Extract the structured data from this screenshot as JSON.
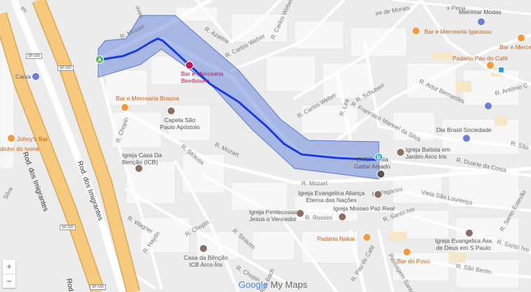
{
  "map": {
    "highways": {
      "rod_imigrantes_1": "Rod. dos Imigrantes",
      "rod_imigrantes_2": "Rod. dos Imigrantes",
      "rod_short": "Rod",
      "sp160_a": "SP-160",
      "sp160_b": "SP-160",
      "sp160_c": "SP-160",
      "sp160_d": "SP-160"
    },
    "streets": {
      "mozart_top": "R. Mozart",
      "mozart_mid": "R. Mozart",
      "mozart_low": "R. Mozart",
      "azaleia": "R. Azaléia",
      "carlos_weber_1": "R. Carlos Weber",
      "carlos_weber_2": "R. Carlos Weber",
      "carlos_weber_3": "R. Carlos Weber",
      "lira": "R. Lira",
      "schubert": "R. Schubert",
      "francisco_manoel": "R. Francisco Manoel da Silva",
      "artur_bernardes": "R. Artur Bernardes",
      "antonio": "R. Antônio C",
      "duarte_costa": "R. Duarte da Costa",
      "sao": "R. São",
      "paganini": "R. Paganini",
      "viela": "Viela São Lourenço",
      "santo_ivo": "R. Santo Ivo",
      "santo_ivo_2": "R. Santo Ivo",
      "santo_estevao": "R. Santo Estevão",
      "rossini": "R. Rossini",
      "chopin": "R. Chopin",
      "chopin_2": "R. Chopin",
      "strauss": "R. Strauss",
      "strauss_2": "R. Strauss",
      "wagner": "R. Wagner",
      "haydn": "R. Haydn",
      "bach": "Rua Bach",
      "pau_do_cafe": "R. Pau do Café",
      "passagem": "Passagem Santa",
      "sao_bento": "R. São Bento",
      "chopin_3": "R. Chopin",
      "silva": "Silva",
      "morais": "ire de Morais",
      "pena": "s Pena",
      "oven": "oven",
      "es": "es"
    },
    "pois": {
      "meirimar": "Meirimar Modas",
      "igarassu": "Bar e Mercearia Igarassu",
      "bar_merce": "Bar e Merce",
      "pau_do_cafe": "Padaria Pau do Café",
      "caixa": "Caixa",
      "brauna": "Bar e Mercearia Brauna",
      "beethoven": "Bar e Mercearia\nBeethoven",
      "capela": "Capela São\nPaulo Apóstolo",
      "johnys": "Johny's Bar",
      "dinho": "dinho do Ivone",
      "casa_bencao": "Igreja Casa Da\nBenção (ICB)",
      "dia_brasil": "Dia Brasil Sociedade",
      "batista": "Igreja Batista em\nJardim Arco Iris",
      "emef": "EMEF Célia\nGattai Amado",
      "alianca": "Igreja Evangelica Aliança\nEterna das Nações",
      "pentecostal": "Igreja Pentecostal\nJesus o Vencedor",
      "missao": "Igreja Missao Paz Real",
      "nakai": "Padaria Nakai",
      "ass_deus": "Igreja Evangelica Ass\nde Deus em S Paulo",
      "casa_arco": "Casa da Bênção\nICB Arco-Íris",
      "bar_do_povo": "Bar do Povo"
    },
    "markers": {
      "a": "A",
      "b": "B"
    },
    "controls": {
      "zoom_in": "+",
      "zoom_out": "−"
    },
    "attribution": {
      "google": "Google",
      "my_maps": " My Maps"
    },
    "colors": {
      "route": "#1a3be0",
      "route_buffer": "#6e8cde",
      "highway": "#f6c97d",
      "poi_orange": "#f39b3c",
      "poi_blue": "#6c7fd7",
      "marker_a": "#4caf50",
      "marker_b": "#2f9ee9",
      "marker_f": "#c2185b"
    },
    "icons": {
      "zoom_in": "plus-icon",
      "zoom_out": "minus-icon",
      "poi_food": "fork-knife-icon",
      "poi_church": "church-icon",
      "poi_bank": "bank-icon",
      "poi_shop": "shopping-cart-icon"
    }
  }
}
